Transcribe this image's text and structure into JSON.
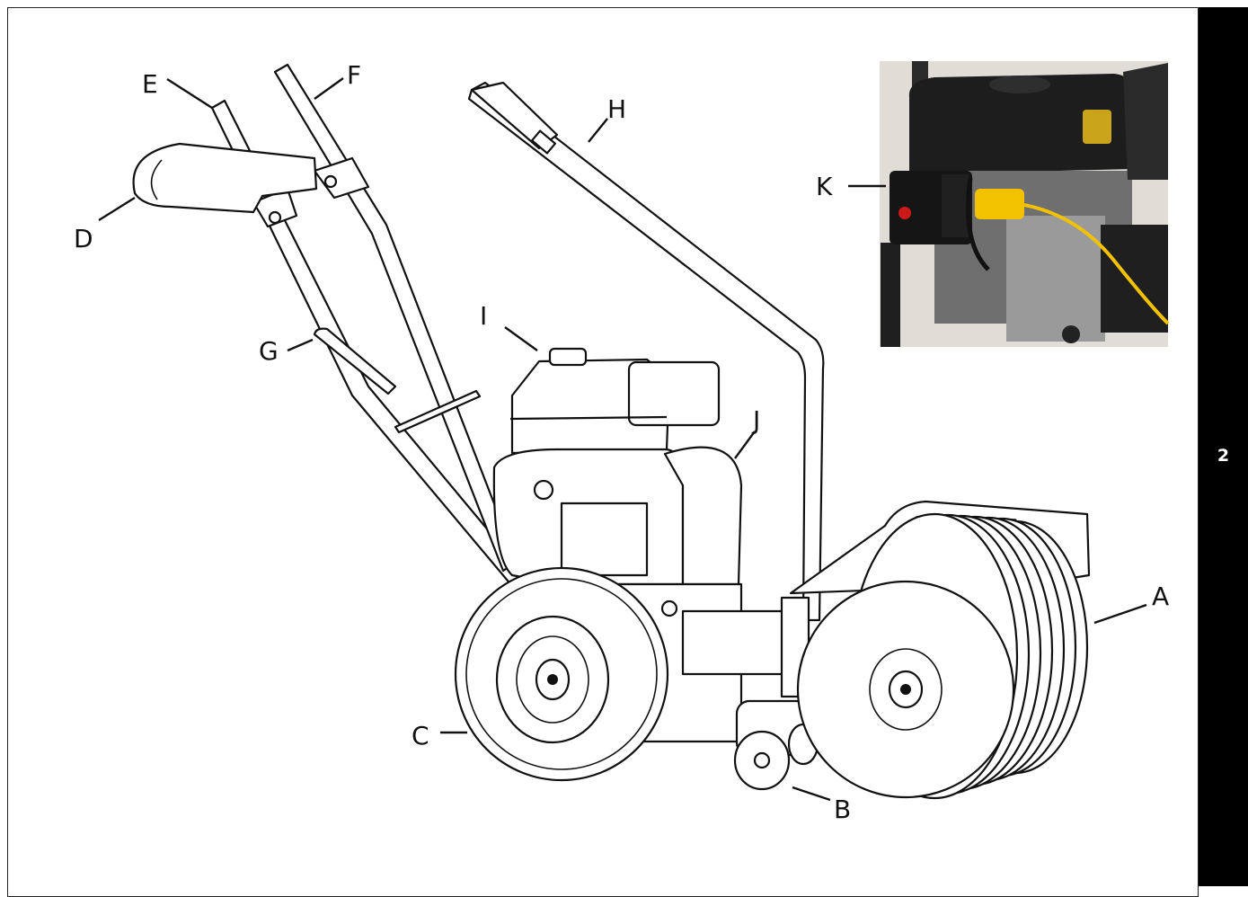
{
  "labels": {
    "A": "A",
    "B": "B",
    "C": "C",
    "D": "D",
    "E": "E",
    "F": "F",
    "G": "G",
    "H": "H",
    "I": "I",
    "J": "J",
    "K": "K"
  },
  "page_number": "2",
  "colors": {
    "tab_background": "#000000",
    "cord": "#f2c200",
    "stop_button": "#cc1a1a"
  }
}
